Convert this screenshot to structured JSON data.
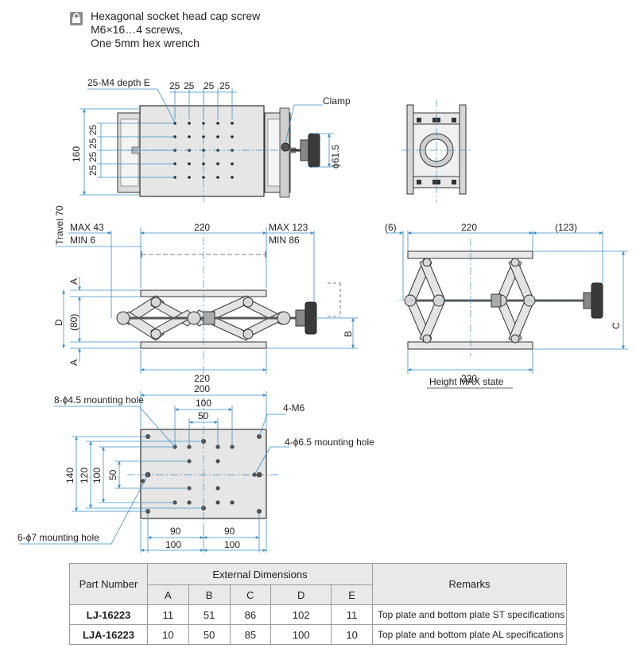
{
  "note": {
    "lines": [
      "Hexagonal socket head cap screw",
      "M6×16…4 screws,",
      "One 5mm hex wrench"
    ]
  },
  "top_view": {
    "hole_label": "25-M4 depth E",
    "pitch_top": [
      "25",
      "25",
      "25",
      "25"
    ],
    "pitch_left": [
      "25",
      "25",
      "25",
      "25"
    ],
    "height": "160",
    "clamp": "Clamp",
    "knob_dia": "ϕ61.5"
  },
  "side_view": {
    "travel": "Travel 70",
    "max_left": "MAX 43",
    "min_left": "MIN 6",
    "width_top": "220",
    "max_right": "MAX 123",
    "min_right": "MIN 86",
    "dim_a_top": "A",
    "dim_d": "D",
    "dim_80": "(80)",
    "dim_a_bottom": "A",
    "dim_b": "B",
    "width_bottom": "220"
  },
  "front_view": {
    "left_gap": "(6)",
    "width_top": "220",
    "right_ext": "(123)",
    "dim_c": "C",
    "width_bottom": "220",
    "caption": "Height MAX state"
  },
  "bottom_view": {
    "dim_200": "200",
    "dim_100": "100",
    "dim_50": "50",
    "label_m6": "4-M6",
    "label_45": "8-ϕ4.5 mounting hole",
    "label_65": "4-ϕ6.5 mounting hole",
    "label_7": "6-ϕ7 mounting hole",
    "v_140": "140",
    "v_120": "120",
    "v_100": "100",
    "v_50": "50",
    "b_90a": "90",
    "b_90b": "90",
    "b_100a": "100",
    "b_100b": "100"
  },
  "table": {
    "headers": {
      "part": "Part Number",
      "external": "External Dimensions",
      "remarks": "Remarks",
      "cols": [
        "A",
        "B",
        "C",
        "D",
        "E"
      ]
    },
    "rows": [
      {
        "part": "LJ-16223",
        "values": [
          "11",
          "51",
          "86",
          "102",
          "11"
        ],
        "remarks": "Top plate and bottom plate ST specifications"
      },
      {
        "part": "LJA-16223",
        "values": [
          "10",
          "50",
          "85",
          "100",
          "10"
        ],
        "remarks": "Top plate and bottom plate AL specifications"
      }
    ]
  }
}
